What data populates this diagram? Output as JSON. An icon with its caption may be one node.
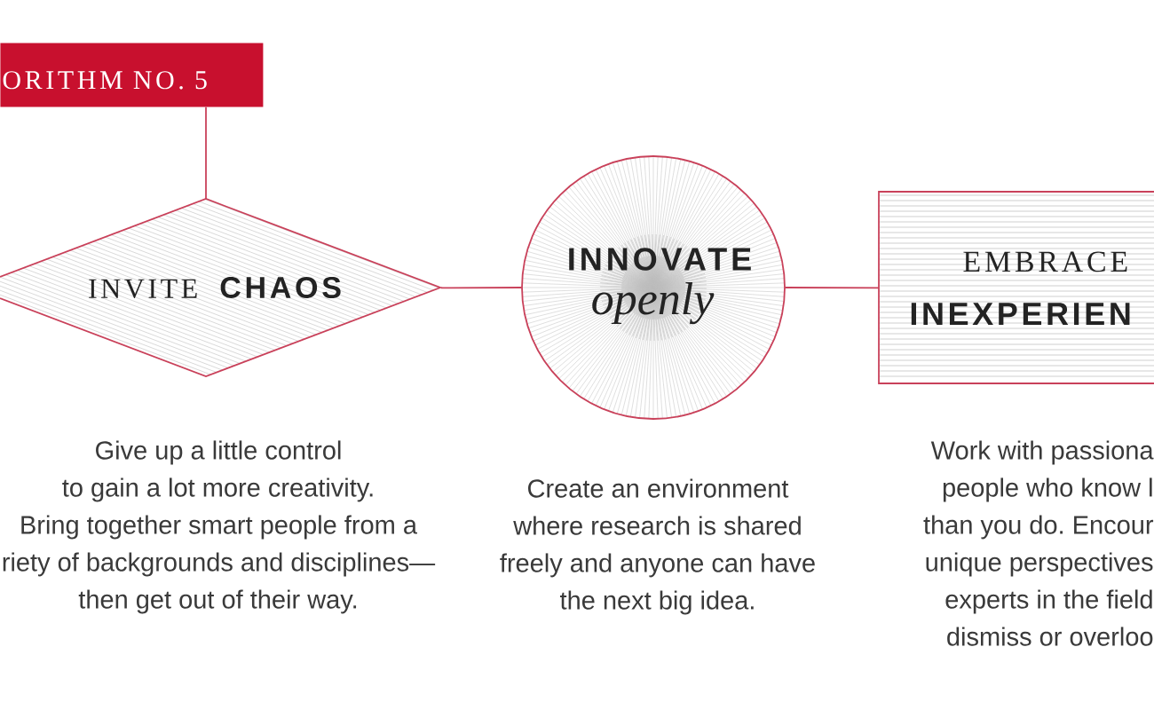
{
  "diagram": {
    "nodes": [
      {
        "text": [
          "ORITHM NO. 5"
        ]
      },
      {
        "text": [
          "INVITE",
          "CHAOS"
        ],
        "beside": [
          "Give up a little control to gain a lot more creativity. Bring together smart people from a riety of backgrounds and disciplines— then get out of their way."
        ]
      },
      {
        "text": [
          "INNOVATE",
          "openly"
        ],
        "beside": [
          "Create an environment where research is shared freely and anyone can have the next big idea."
        ]
      },
      {
        "text": [
          "EMBRACE",
          "INEXPERIEN"
        ],
        "beside": [
          "Work with passiona people who know l than you do. Encour unique perspectives experts in the field dismiss or overloo"
        ]
      }
    ],
    "edges": [
      {
        "from": 0,
        "to": 1,
        "arrow": "none"
      },
      {
        "from": 1,
        "to": 2,
        "arrow": "none"
      },
      {
        "from": 2,
        "to": 3,
        "arrow": "none"
      }
    ]
  }
}
